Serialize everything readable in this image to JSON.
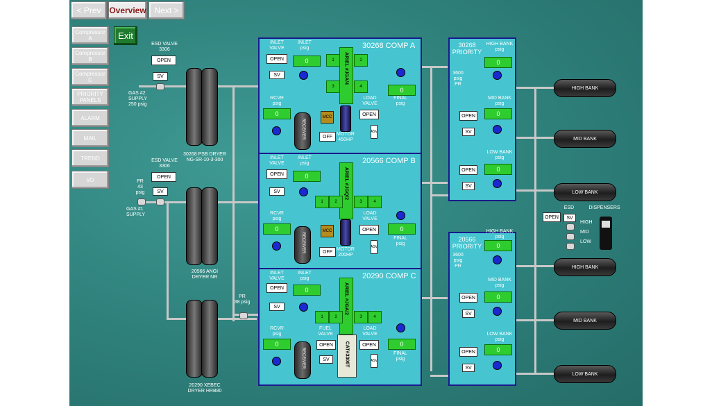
{
  "nav": {
    "prev": "< Prev",
    "overview": "Overview",
    "next": "Next >"
  },
  "sidebar": [
    "Compressor\nA",
    "Compressor\nB",
    "Compressor\nC",
    "PRIORITY\nPANELS",
    "ALARM",
    "MAIL",
    "TREND",
    "I/O"
  ],
  "exit": "Exit",
  "gas2": {
    "esd_label": "ESD VALVE\n3306",
    "open": "OPEN",
    "sv": "SV",
    "supply": "GAS #2\nSUPPLY\n250 psig",
    "dryer": "30268 PSB DRYER\nNG-SR-10-3-300"
  },
  "gas1": {
    "esd_label": "ESD VALVE\n3306",
    "open": "OPEN",
    "sv": "SV",
    "pr": "PR\n43 psig",
    "supply": "GAS #1\nSUPPLY",
    "dryer": "20566 ANGI\nDRYER NR"
  },
  "dryer3": {
    "label": "20290 XEBEC\nDRYER HRB80",
    "pr": "PR\n38 psig"
  },
  "compA": {
    "title": "30268 COMP A",
    "inlet_valve": "INLET\nVALVE",
    "inlet_psig": "INLET\npsig",
    "open": "OPEN",
    "sv": "SV",
    "inlet_val": "0",
    "rcvr": "RCVR\npsig",
    "rcvr_val": "0",
    "receiver": "RECEIVER",
    "mcc": "MCC",
    "off": "OFF",
    "motor": "MOTOR\n450HP",
    "load_valve": "LOAD\nVALVE",
    "load_open": "OPEN",
    "asv": "ASV",
    "final": "FINAL\npsig",
    "final_val": "0",
    "ariel": "ARIEL #JGA/4",
    "cyl": [
      "1",
      "2",
      "3",
      "4"
    ]
  },
  "compB": {
    "title": "20566 COMP B",
    "inlet_valve": "INLET\nVALVE",
    "inlet_psig": "INLET\npsig",
    "open": "OPEN",
    "sv": "SV",
    "inlet_val": "0",
    "rcvr": "RCVR\npsig",
    "rcvr_val": "0",
    "receiver": "RECEIVER",
    "mcc": "MCC",
    "off": "OFF",
    "motor": "MOTOR\n200HP",
    "load_valve": "LOAD\nVALVE",
    "load_open": "OPEN",
    "asv": "ASV",
    "final": "FINAL\npsig",
    "final_val": "0",
    "ariel": "ARIEL #JGQ/2",
    "cyl": [
      "1",
      "2",
      "3",
      "4"
    ]
  },
  "compC": {
    "title": "20290 COMP C",
    "inlet_valve": "INLET\nVALVE",
    "inlet_psig": "INLET\npsig",
    "open": "OPEN",
    "sv": "SV",
    "inlet_val": "0",
    "rcvr": "RCVR\npsig",
    "rcvr_val": "0",
    "receiver": "RECEIVER",
    "fuel_valve": "FUEL\nVALVE",
    "fuel_open": "OPEN",
    "fuel_sv": "SV",
    "load_valve": "LOAD\nVALVE",
    "load_open": "OPEN",
    "asv": "ASV",
    "final": "FINAL\npsig",
    "final_val": "0",
    "ariel": "ARIEL #JGA/2",
    "engine": "CAT#3306T",
    "cyl": [
      "1",
      "2",
      "3",
      "4"
    ]
  },
  "priority1": {
    "title": "30268\nPRIORITY",
    "pr": "3600 psig\nPR",
    "high": "HIGH BANK\npsig",
    "mid": "MID BANK\npsig",
    "low": "LOW BANK\npsig",
    "high_val": "0",
    "mid_val": "0",
    "low_val": "0",
    "open": "OPEN",
    "sv": "SV"
  },
  "priority2": {
    "title": "20566\nPRIORITY",
    "pr": "3600 psig\nPR",
    "high": "HIGH BANK\npsig",
    "mid": "MID BANK\npsig",
    "low": "LOW BANK\npsig",
    "high_val": "0",
    "mid_val": "0",
    "low_val": "0",
    "open": "OPEN",
    "sv": "SV"
  },
  "banks": [
    "HIGH BANK",
    "MID BANK",
    "LOW BANK",
    "HIGH BANK",
    "MID BANK",
    "LOW BANK"
  ],
  "dispensers": {
    "esd": "ESD",
    "open": "OPEN",
    "sv": "SV",
    "label": "DISPENSERS",
    "high": "HIGH",
    "mid": "MID",
    "low": "LOW"
  }
}
